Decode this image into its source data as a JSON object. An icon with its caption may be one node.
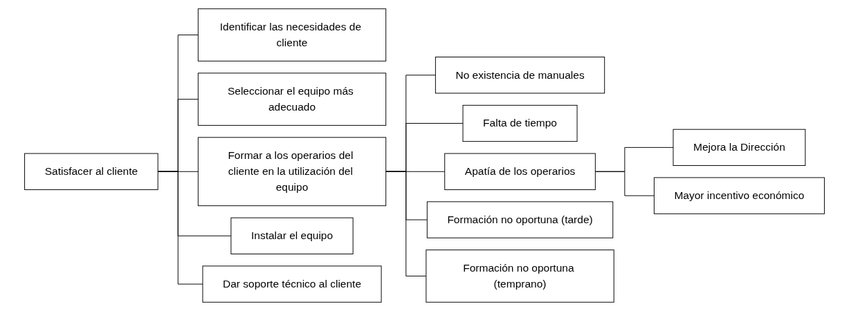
{
  "diagram": {
    "nodes": [
      {
        "text": [
          "Satisfacer al cliente"
        ]
      },
      {
        "text": [
          "Identificar las necesidades de cliente"
        ]
      },
      {
        "text": [
          "Seleccionar el equipo más adecuado"
        ]
      },
      {
        "text": [
          "Formar a los operarios del cliente en la utilización del equipo"
        ]
      },
      {
        "text": [
          "Instalar el equipo"
        ]
      },
      {
        "text": [
          "Dar soporte técnico al cliente"
        ]
      },
      {
        "text": [
          "No existencia de manuales"
        ]
      },
      {
        "text": [
          "Falta de tiempo"
        ]
      },
      {
        "text": [
          "Apatía de los operarios"
        ]
      },
      {
        "text": [
          "Formación no oportuna (tarde)"
        ]
      },
      {
        "text": [
          "Formación no oportuna (temprano)"
        ]
      },
      {
        "text": [
          "Mejora la Dirección"
        ]
      },
      {
        "text": [
          "Mayor incentivo económico"
        ]
      }
    ],
    "edges": [
      {
        "from": 0,
        "to": 1,
        "arrow": "none"
      },
      {
        "from": 0,
        "to": 2,
        "arrow": "none"
      },
      {
        "from": 0,
        "to": 3,
        "arrow": "none"
      },
      {
        "from": 0,
        "to": 4,
        "arrow": "none"
      },
      {
        "from": 0,
        "to": 5,
        "arrow": "none"
      },
      {
        "from": 3,
        "to": 6,
        "arrow": "none"
      },
      {
        "from": 3,
        "to": 7,
        "arrow": "none"
      },
      {
        "from": 3,
        "to": 8,
        "arrow": "none"
      },
      {
        "from": 3,
        "to": 9,
        "arrow": "none"
      },
      {
        "from": 3,
        "to": 10,
        "arrow": "none"
      },
      {
        "from": 8,
        "to": 11,
        "arrow": "none"
      },
      {
        "from": 8,
        "to": 12,
        "arrow": "none"
      }
    ]
  }
}
